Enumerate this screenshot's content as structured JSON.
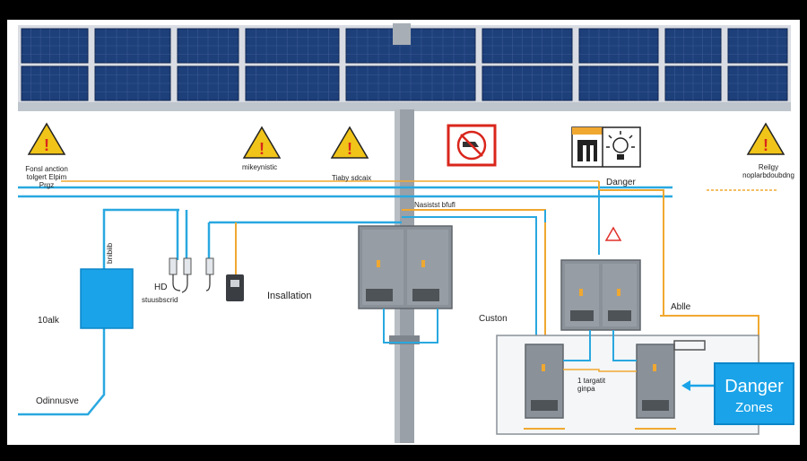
{
  "colors": {
    "panel": "#1d3f7a",
    "frame": "#c9ced6",
    "pole": "#9ea4ab",
    "cable_blue": "#29a8e0",
    "cable_orange": "#f0a830",
    "warning": "#f0c419",
    "danger_box": "#1aa3e8"
  },
  "signs": {
    "sign1_text": "Fonsl anction\ntolgert Elpim\nPrgz",
    "sign2_text": "mikeynistic",
    "sign3_text": "Tiaby sdcaix",
    "sign4_text": "Reilgy\nnoplarbdoubdng",
    "danger_label": "Danger"
  },
  "labels": {
    "junction": "Nasistst bfufl",
    "fuse_col": "bnibiib",
    "hd": "HD",
    "hd_sub": "stuusbscrid",
    "installation": "Insallation",
    "box_left": "10alk",
    "custon": "Custon",
    "ablle": "Ablle",
    "bottom_left": "Odinnusve",
    "inner": "1 targatit\nginpa"
  },
  "danger_zone": {
    "line1": "Danger",
    "line2": "Zones"
  }
}
